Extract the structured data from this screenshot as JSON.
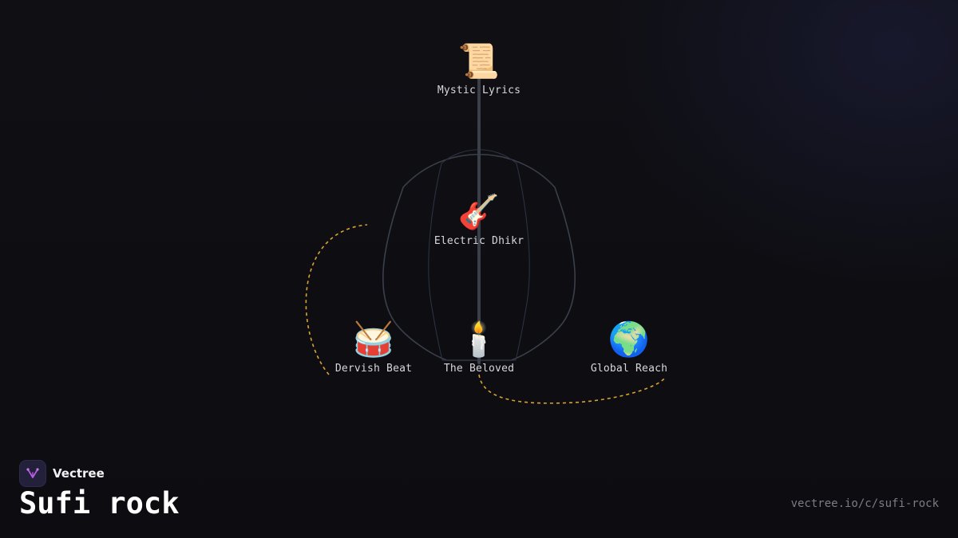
{
  "brand": {
    "name": "Vectree",
    "logo_icon": "vectree-tree-logo",
    "logo_color": "#b45be0"
  },
  "title": "Sufi rock",
  "url": "vectree.io/c/sufi-rock",
  "nodes": [
    {
      "id": "mystic-lyrics",
      "label": "Mystic Lyrics",
      "icon": "scroll-icon",
      "glyph": "📜"
    },
    {
      "id": "electric-dhikr",
      "label": "Electric Dhikr",
      "icon": "electric-guitar-icon",
      "glyph": "🎸"
    },
    {
      "id": "dervish-beat",
      "label": "Dervish Beat",
      "icon": "drum-icon",
      "glyph": "🥁"
    },
    {
      "id": "the-beloved",
      "label": "The Beloved",
      "icon": "candle-icon",
      "glyph": "🕯️"
    },
    {
      "id": "global-reach",
      "label": "Global Reach",
      "icon": "globe-icon",
      "glyph": "🌍"
    }
  ],
  "links": [
    {
      "from": "mystic-lyrics",
      "to": "the-beloved",
      "style": "solid"
    },
    {
      "from": "dervish-beat",
      "to": "electric-dhikr",
      "style": "dashed"
    },
    {
      "from": "the-beloved",
      "to": "global-reach",
      "style": "dashed"
    }
  ],
  "colors": {
    "background": "#0e0e12",
    "trunk": "#3a3f4a",
    "dashed_link": "#d9a231",
    "outline": "#3a3f4c",
    "label": "#d8d8dc"
  }
}
